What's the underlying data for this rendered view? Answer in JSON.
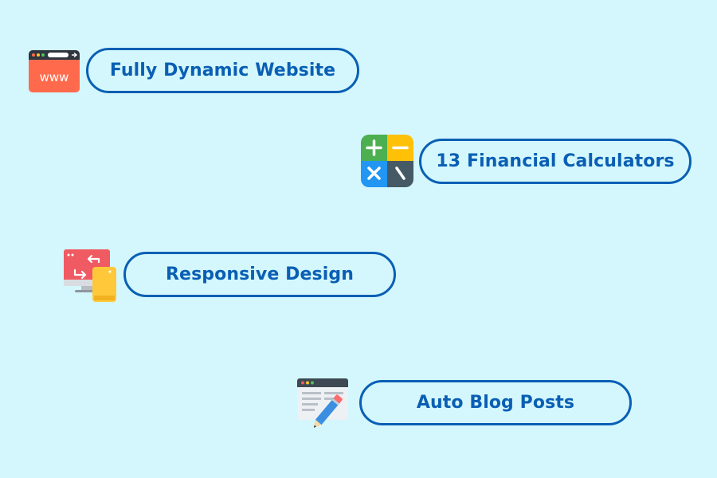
{
  "features": [
    {
      "label": "Fully Dynamic Website",
      "icon": "website-icon",
      "icon_text": "www"
    },
    {
      "label": "13 Financial Calculators",
      "icon": "calculator-icon"
    },
    {
      "label": "Responsive Design",
      "icon": "responsive-devices-icon"
    },
    {
      "label": "Auto Blog Posts",
      "icon": "blog-post-icon"
    }
  ],
  "colors": {
    "background": "#d3f7fd",
    "pill_border": "#0a5fb4",
    "pill_text": "#0a5fb4"
  }
}
